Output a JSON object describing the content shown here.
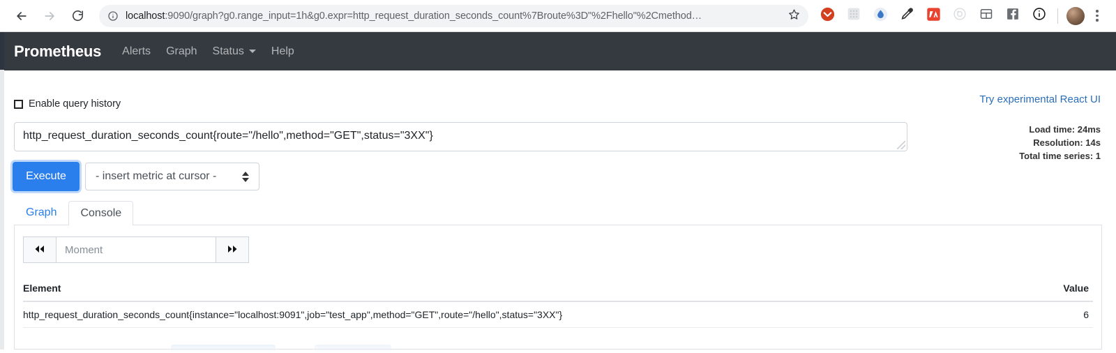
{
  "browser": {
    "back_icon": "back-arrow-icon",
    "forward_icon": "forward-arrow-icon",
    "reload_icon": "reload-icon",
    "site_info_icon": "site-info-icon",
    "url_host": "localhost",
    "url_rest": ":9090/graph?g0.range_input=1h&g0.expr=http_request_duration_seconds_count%7Broute%3D\"%2Fhello\"%2Cmethod…",
    "bookmark_icon": "star-icon",
    "extensions": [
      "pocket-icon",
      "grid-extension-icon",
      "droplet-extension-icon",
      "eyedropper-icon",
      "wappalyzer-icon",
      "target-extension-icon",
      "layout-extension-icon",
      "facebook-icon",
      "info-extension-icon"
    ],
    "avatar_icon": "profile-avatar",
    "menu_icon": "kebab-menu-icon"
  },
  "navbar": {
    "brand": "Prometheus",
    "items": [
      {
        "label": "Alerts",
        "has_caret": false
      },
      {
        "label": "Graph",
        "has_caret": false
      },
      {
        "label": "Status",
        "has_caret": true
      },
      {
        "label": "Help",
        "has_caret": false
      }
    ]
  },
  "page": {
    "react_link": "Try experimental React UI",
    "query_history_label": "Enable query history",
    "query_history_checked": false,
    "query_value": "http_request_duration_seconds_count{route=\"/hello\",method=\"GET\",status=\"3XX\"}",
    "execute_label": "Execute",
    "metric_select_value": "- insert metric at cursor -",
    "stats": {
      "load_time": "Load time: 24ms",
      "resolution": "Resolution: 14s",
      "total_series": "Total time series: 1"
    },
    "tabs": [
      {
        "label": "Graph",
        "active": false
      },
      {
        "label": "Console",
        "active": true
      }
    ],
    "console": {
      "prev_label": "◀◀",
      "next_label": "▶▶",
      "moment_placeholder": "Moment",
      "moment_value": "",
      "table": {
        "columns": [
          "Element",
          "Value"
        ],
        "rows": [
          {
            "element": "http_request_duration_seconds_count{instance=\"localhost:9091\",job=\"test_app\",method=\"GET\",route=\"/hello\",status=\"3XX\"}",
            "value": "6"
          }
        ]
      }
    }
  },
  "colors": {
    "navbar_bg": "#343a40",
    "accent": "#2a7fec",
    "link": "#2a6ebb"
  }
}
